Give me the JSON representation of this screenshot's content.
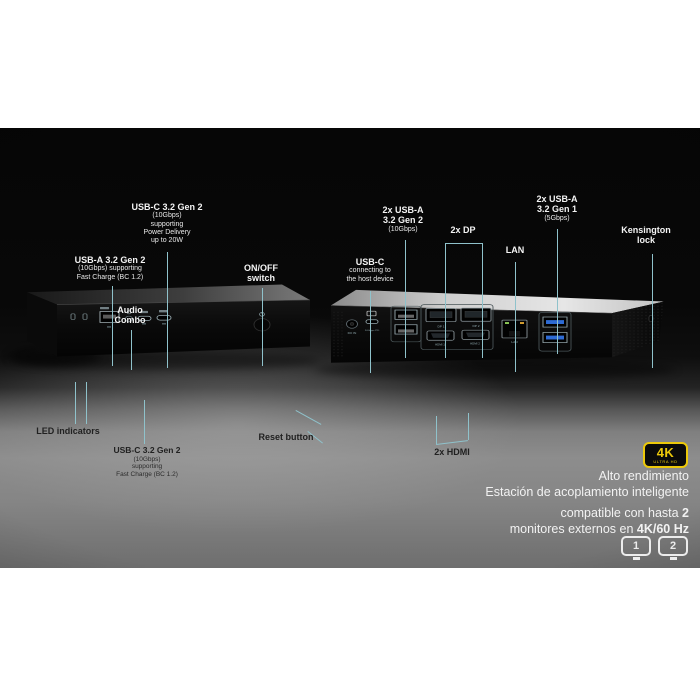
{
  "colors": {
    "leader_line": "#8fc2cb",
    "accent_yellow": "#edc90a"
  },
  "annotations": {
    "usb_c_pd_front": {
      "title": "USB-C 3.2 Gen 2",
      "line2": "(10Gbps)",
      "line3": "supporting",
      "line4": "Power Delivery",
      "line5": "up to 20W"
    },
    "usb_a_front": {
      "title": "USB-A 3.2 Gen 2",
      "line2": "(10Gbps) supporting",
      "line3": "Fast Charge (BC 1.2)"
    },
    "audio": {
      "title": "Audio",
      "line2": "Combo"
    },
    "onoff": {
      "title": "ON/OFF",
      "line2": "switch"
    },
    "led": {
      "title": "LED indicators"
    },
    "usb_c_fast_charge": {
      "title": "USB-C 3.2 Gen 2",
      "line2": "(10Gbps)",
      "line3": "supporting",
      "line4": "Fast Charge (BC 1.2)"
    },
    "reset": {
      "title": "Reset button"
    },
    "usb_c_host": {
      "title": "USB-C",
      "line2": "connecting to",
      "line3": "the host device"
    },
    "usb_a_gen2_rear": {
      "title": "2x USB-A",
      "line2": "3.2 Gen 2",
      "line3": "(10Gbps)"
    },
    "dp": {
      "title": "2x DP"
    },
    "hdmi": {
      "title": "2x HDMI"
    },
    "lan": {
      "title": "LAN"
    },
    "usb_a_gen1_rear": {
      "title": "2x USB-A",
      "line2": "3.2 Gen 1",
      "line3": "(5Gbps)"
    },
    "kensington": {
      "title": "Kensington",
      "line2": "lock"
    }
  },
  "port_labels": {
    "dc_in": "DC IN",
    "usb_c_speed": "10Gbps PD",
    "dp1": "DP 1",
    "dp2": "DP 2",
    "hdmi1": "HDMI 1",
    "hdmi2": "HDMI 2",
    "lan": "LAN"
  },
  "marketing": {
    "badge_4k": {
      "main": "4K",
      "sub": "ULTRA HD"
    },
    "line1": "Alto rendimiento",
    "line2": "Estación de acoplamiento inteligente",
    "line3_normal": "compatible con hasta ",
    "line3_bold": "2",
    "line4_normal": "monitores externos en ",
    "line4_bold": "4K/60 Hz",
    "monitor1": "1",
    "monitor2": "2"
  }
}
